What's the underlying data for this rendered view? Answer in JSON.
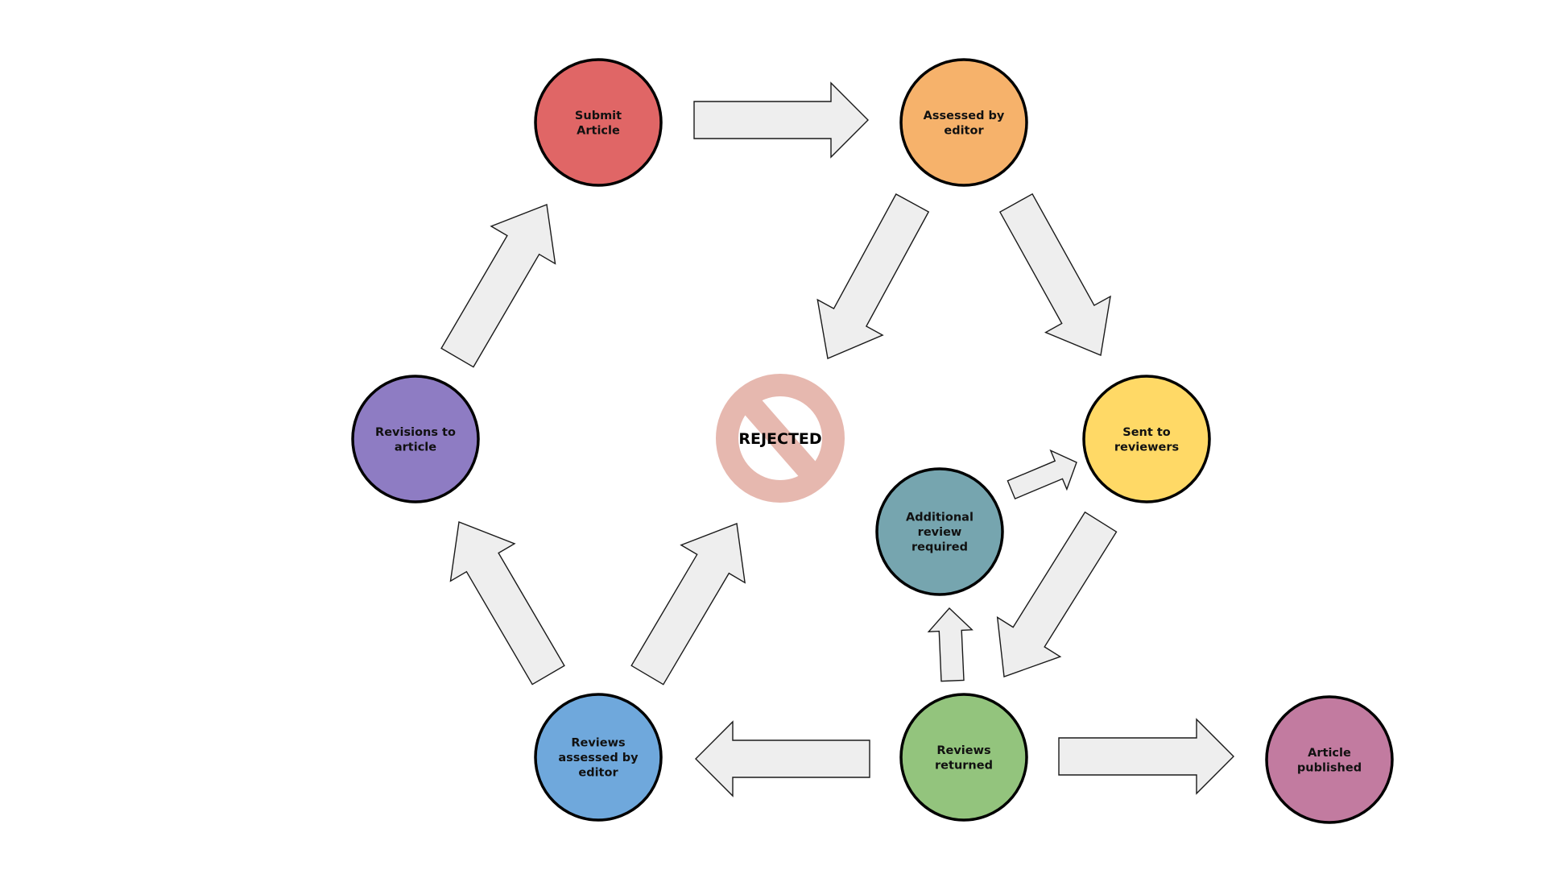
{
  "diagram": {
    "nodes": [
      {
        "id": "submit",
        "label_lines": [
          "Submit",
          "Article"
        ],
        "color": "#e06666"
      },
      {
        "id": "assessed",
        "label_lines": [
          "Assessed by",
          "editor"
        ],
        "color": "#f6b26b"
      },
      {
        "id": "sent",
        "label_lines": [
          "Sent to",
          "reviewers"
        ],
        "color": "#ffd966"
      },
      {
        "id": "additional",
        "label_lines": [
          "Additional",
          "review",
          "required"
        ],
        "color": "#76a5af"
      },
      {
        "id": "returned",
        "label_lines": [
          "Reviews",
          "returned"
        ],
        "color": "#93c47d"
      },
      {
        "id": "published",
        "label_lines": [
          "Article",
          "published"
        ],
        "color": "#c27ba0"
      },
      {
        "id": "reviews_assessed",
        "label_lines": [
          "Reviews",
          "assessed by",
          "editor"
        ],
        "color": "#6fa8dc"
      },
      {
        "id": "revisions",
        "label_lines": [
          "Revisions to",
          "article"
        ],
        "color": "#8e7cc3"
      }
    ],
    "rejected": {
      "label": "REJECTED",
      "color": "#e6b8af"
    },
    "edges": [
      {
        "from": "submit",
        "to": "assessed"
      },
      {
        "from": "assessed",
        "to": "rejected"
      },
      {
        "from": "assessed",
        "to": "sent"
      },
      {
        "from": "sent",
        "to": "returned"
      },
      {
        "from": "additional",
        "to": "sent"
      },
      {
        "from": "returned",
        "to": "additional"
      },
      {
        "from": "returned",
        "to": "reviews_assessed"
      },
      {
        "from": "returned",
        "to": "published"
      },
      {
        "from": "reviews_assessed",
        "to": "rejected"
      },
      {
        "from": "reviews_assessed",
        "to": "revisions"
      },
      {
        "from": "revisions",
        "to": "submit"
      }
    ],
    "arrow_fill": "#eeeeee",
    "outline_color": "#000000"
  }
}
